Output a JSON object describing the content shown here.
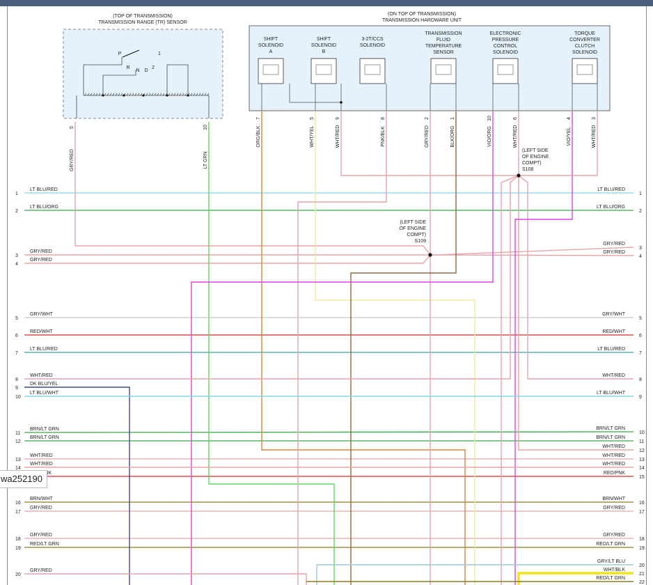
{
  "colors": {
    "lt_blu": "#7fd8e6",
    "lt_grn": "#5ad85a",
    "gry_red": "#e8a3a8",
    "gry_wht": "#c8c8c8",
    "red": "#d42a2a",
    "wht_red": "#e8a3a8",
    "dk_blu": "#3b4a8a",
    "brn": "#8a7a20",
    "org": "#d9823a",
    "yel": "#f0e8a0",
    "pnk": "#e8a3a8",
    "vio": "#e040e0",
    "brn_org": "#8a6a40",
    "green": "#37a94a",
    "yellow": "#f2e418",
    "gry_blu": "#9fc8d8"
  },
  "tr_sensor": {
    "location": "(TOP OF TRANSMISSION)",
    "title": "TRANSMISSION RANGE (TR) SENSOR",
    "positions": [
      "P",
      "1",
      "R",
      "N",
      "D",
      "2"
    ],
    "pins": [
      {
        "num": "5",
        "wire": "GRY/RED"
      },
      {
        "num": "10",
        "wire": "LT GRN"
      }
    ]
  },
  "hw_unit": {
    "location": "(ON TOP OF TRANSMISSION)",
    "title": "TRANSMISSION HARDWARE UNIT",
    "components": [
      {
        "name": "SHIFT\nSOLENOID\nA"
      },
      {
        "name": "SHIFT\nSOLENOID\nB"
      },
      {
        "name": "3-2T/CCS\nSOLENOID"
      },
      {
        "name": "TRANSMISSION\nFLUID\nTEMPERATURE\nSENSOR"
      },
      {
        "name": "ELECTRONIC\nPRESSURE\nCONTROL\nSOLENOID"
      },
      {
        "name": "TORQUE\nCONVERTER\nCLUTCH\nSOLENOID"
      }
    ],
    "pins": [
      {
        "num": "7",
        "wire": "ORG/BLK"
      },
      {
        "num": "5",
        "wire": "WHT/YEL"
      },
      {
        "num": "9",
        "wire": "WHT/RED"
      },
      {
        "num": "8",
        "wire": "PNK/BLK"
      },
      {
        "num": "2",
        "wire": "GRY/RED"
      },
      {
        "num": "1",
        "wire": "BLK/ORG"
      },
      {
        "num": "10",
        "wire": "VIO/ORG"
      },
      {
        "num": "6",
        "wire": "WHT/RED"
      },
      {
        "num": "4",
        "wire": "VIO/YEL"
      },
      {
        "num": "3",
        "wire": "WHT/RED"
      }
    ]
  },
  "splices": [
    {
      "text": "(LEFT SIDE\nOF ENGINE\nCOMPT)\nS108"
    },
    {
      "text": "(LEFT SIDE\nOF ENGINE\nCOMPT)\nS109"
    }
  ],
  "left_connector": [
    {
      "pin": "1",
      "wire": "LT BLU/RED"
    },
    {
      "pin": "2",
      "wire": "LT BLU/ORG"
    },
    {
      "pin": "3",
      "wire": "GRY/RED"
    },
    {
      "pin": "4",
      "wire": "GRY/RED"
    },
    {
      "pin": "5",
      "wire": "GRY/WHT"
    },
    {
      "pin": "6",
      "wire": "RED/WHT"
    },
    {
      "pin": "7",
      "wire": "LT BLU/RED"
    },
    {
      "pin": "8",
      "wire": "WHT/RED"
    },
    {
      "pin": "9",
      "wire": "DK BLU/YEL"
    },
    {
      "pin": "10",
      "wire": "LT BLU/WHT"
    },
    {
      "pin": "11",
      "wire": "BRN/LT GRN"
    },
    {
      "pin": "12",
      "wire": "BRN/LT GRN"
    },
    {
      "pin": "13",
      "wire": "WHT/RED"
    },
    {
      "pin": "14",
      "wire": "WHT/RED"
    },
    {
      "pin": "15",
      "wire": "RED/PNK"
    },
    {
      "pin": "16",
      "wire": "BRN/WHT"
    },
    {
      "pin": "17",
      "wire": "GRY/RED"
    },
    {
      "pin": "18",
      "wire": "GRY/RED"
    },
    {
      "pin": "19",
      "wire": "RED/LT GRN"
    },
    {
      "pin": "20",
      "wire": "GRY/RED"
    }
  ],
  "right_connector": [
    {
      "pin": "1",
      "wire": "LT BLU/RED"
    },
    {
      "pin": "2",
      "wire": "LT BLU/ORG"
    },
    {
      "pin": "3",
      "wire": "GRY/RED"
    },
    {
      "pin": "4",
      "wire": "GRY/RED"
    },
    {
      "pin": "5",
      "wire": "GRY/WHT"
    },
    {
      "pin": "6",
      "wire": "RED/WHT"
    },
    {
      "pin": "7",
      "wire": "LT BLU/RED"
    },
    {
      "pin": "8",
      "wire": "WHT/RED"
    },
    {
      "pin": "9",
      "wire": "LT BLU/WHT"
    },
    {
      "pin": "10",
      "wire": "BRN/LT GRN"
    },
    {
      "pin": "11",
      "wire": "BRN/LT GRN"
    },
    {
      "pin": "12",
      "wire": "WHT/RED"
    },
    {
      "pin": "13",
      "wire": "WHT/RED"
    },
    {
      "pin": "14",
      "wire": "WHT/RED"
    },
    {
      "pin": "15",
      "wire": "RED/PNK"
    },
    {
      "pin": "16",
      "wire": "BRN/WHT"
    },
    {
      "pin": "17",
      "wire": "GRY/RED"
    },
    {
      "pin": "18",
      "wire": "GRY/RED"
    },
    {
      "pin": "19",
      "wire": "RED/LT GRN"
    },
    {
      "pin": "20",
      "wire": "GRY/LT BLU"
    },
    {
      "pin": "21",
      "wire": "WHT/BLK"
    },
    {
      "pin": "22",
      "wire": "RED/LT GRN"
    }
  ],
  "watermark": "wa252190"
}
